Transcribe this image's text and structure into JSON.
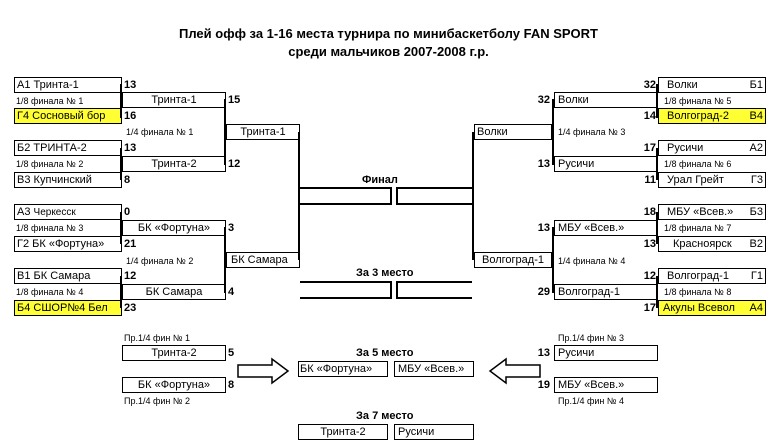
{
  "title": {
    "line1": "Плей офф за 1-16 места турнира по минибаскетболу FAN SPORT",
    "line2": "среди мальчиков 2007-2008 г.р."
  },
  "left": {
    "teams": [
      {
        "seed": "А1",
        "name": "Тринта-1",
        "score": "13"
      },
      {
        "seed": "Г4",
        "name": "Сосновый бор",
        "score": "16"
      },
      {
        "seed": "Б2",
        "name": "ТРИНТА-2",
        "score": "13"
      },
      {
        "seed": "В3",
        "name": "Купчинский",
        "score": "8"
      },
      {
        "seed": "А3",
        "name": "Черкесск",
        "score": "0"
      },
      {
        "seed": "Г2",
        "name": "БК «Фортуна»",
        "score": "21"
      },
      {
        "seed": "В1",
        "name": "БК Самара",
        "score": "12"
      },
      {
        "seed": "Б4",
        "name": "СШОР№4 Бел",
        "score": "23"
      }
    ],
    "r16_labels": [
      "1/8 финала № 1",
      "1/8 финала № 2",
      "1/8 финала № 3",
      "1/8 финала № 4"
    ],
    "r16_winners": [
      {
        "name": "Тринта-1",
        "score": "15"
      },
      {
        "name": "Тринта-2",
        "score": "12"
      },
      {
        "name": "БК «Фортуна»",
        "score": "3"
      },
      {
        "name": "БК Самара",
        "score": "4"
      }
    ],
    "qf_labels": [
      "1/4 финала № 1",
      "1/4 финала № 2"
    ],
    "qf_winners": [
      "Тринта-1",
      "БК Самара"
    ]
  },
  "right": {
    "teams": [
      {
        "seed": "Б1",
        "name": "Волки",
        "score": "32"
      },
      {
        "seed": "В4",
        "name": "Волгоград-2",
        "score": "14"
      },
      {
        "seed": "А2",
        "name": "Русичи",
        "score": "17"
      },
      {
        "seed": "Г3",
        "name": "Урал Грейт",
        "score": "11"
      },
      {
        "seed": "Б3",
        "name": "МБУ «Всев.»",
        "score": "18"
      },
      {
        "seed": "В2",
        "name": "Красноярск",
        "score": "13"
      },
      {
        "seed": "Г1",
        "name": "Волгоград-1",
        "score": "12"
      },
      {
        "seed": "А4",
        "name": "Акулы Всевол",
        "score": "17"
      }
    ],
    "r16_labels": [
      "1/8 финала № 5",
      "1/8 финала № 6",
      "1/8 финала № 7",
      "1/8 финала № 8"
    ],
    "r16_winners": [
      {
        "name": "Волки",
        "score": "32"
      },
      {
        "name": "Русичи",
        "score": "13"
      },
      {
        "name": "МБУ «Всев.»",
        "score": "13"
      },
      {
        "name": "Волгоград-1",
        "score": "29"
      }
    ],
    "qf_labels": [
      "1/4 финала № 3",
      "1/4 финала № 4"
    ],
    "qf_winners": [
      "Волки",
      "Волгоград-1"
    ]
  },
  "final": {
    "label": "Финал"
  },
  "third": {
    "label": "За 3 место"
  },
  "fifth": {
    "label": "За 5 место",
    "left_teams": [
      {
        "label": "Пр.1/4 фин № 1",
        "name": "Тринта-2",
        "score": "5"
      },
      {
        "label": "Пр.1/4 фин № 2",
        "name": "БК «Фортуна»",
        "score": "8"
      }
    ],
    "right_teams": [
      {
        "label": "Пр.1/4 фин № 3",
        "name": "Русичи",
        "score": "13"
      },
      {
        "label": "Пр.1/4 фин № 4",
        "name": "МБУ «Всев.»",
        "score": "19"
      }
    ],
    "match": [
      "БК «Фортуна»",
      "МБУ «Всев.»"
    ]
  },
  "seventh": {
    "label": "За 7 место",
    "match": [
      "Тринта-2",
      "Русичи"
    ]
  },
  "colors": {
    "highlight": "#ffff33"
  }
}
